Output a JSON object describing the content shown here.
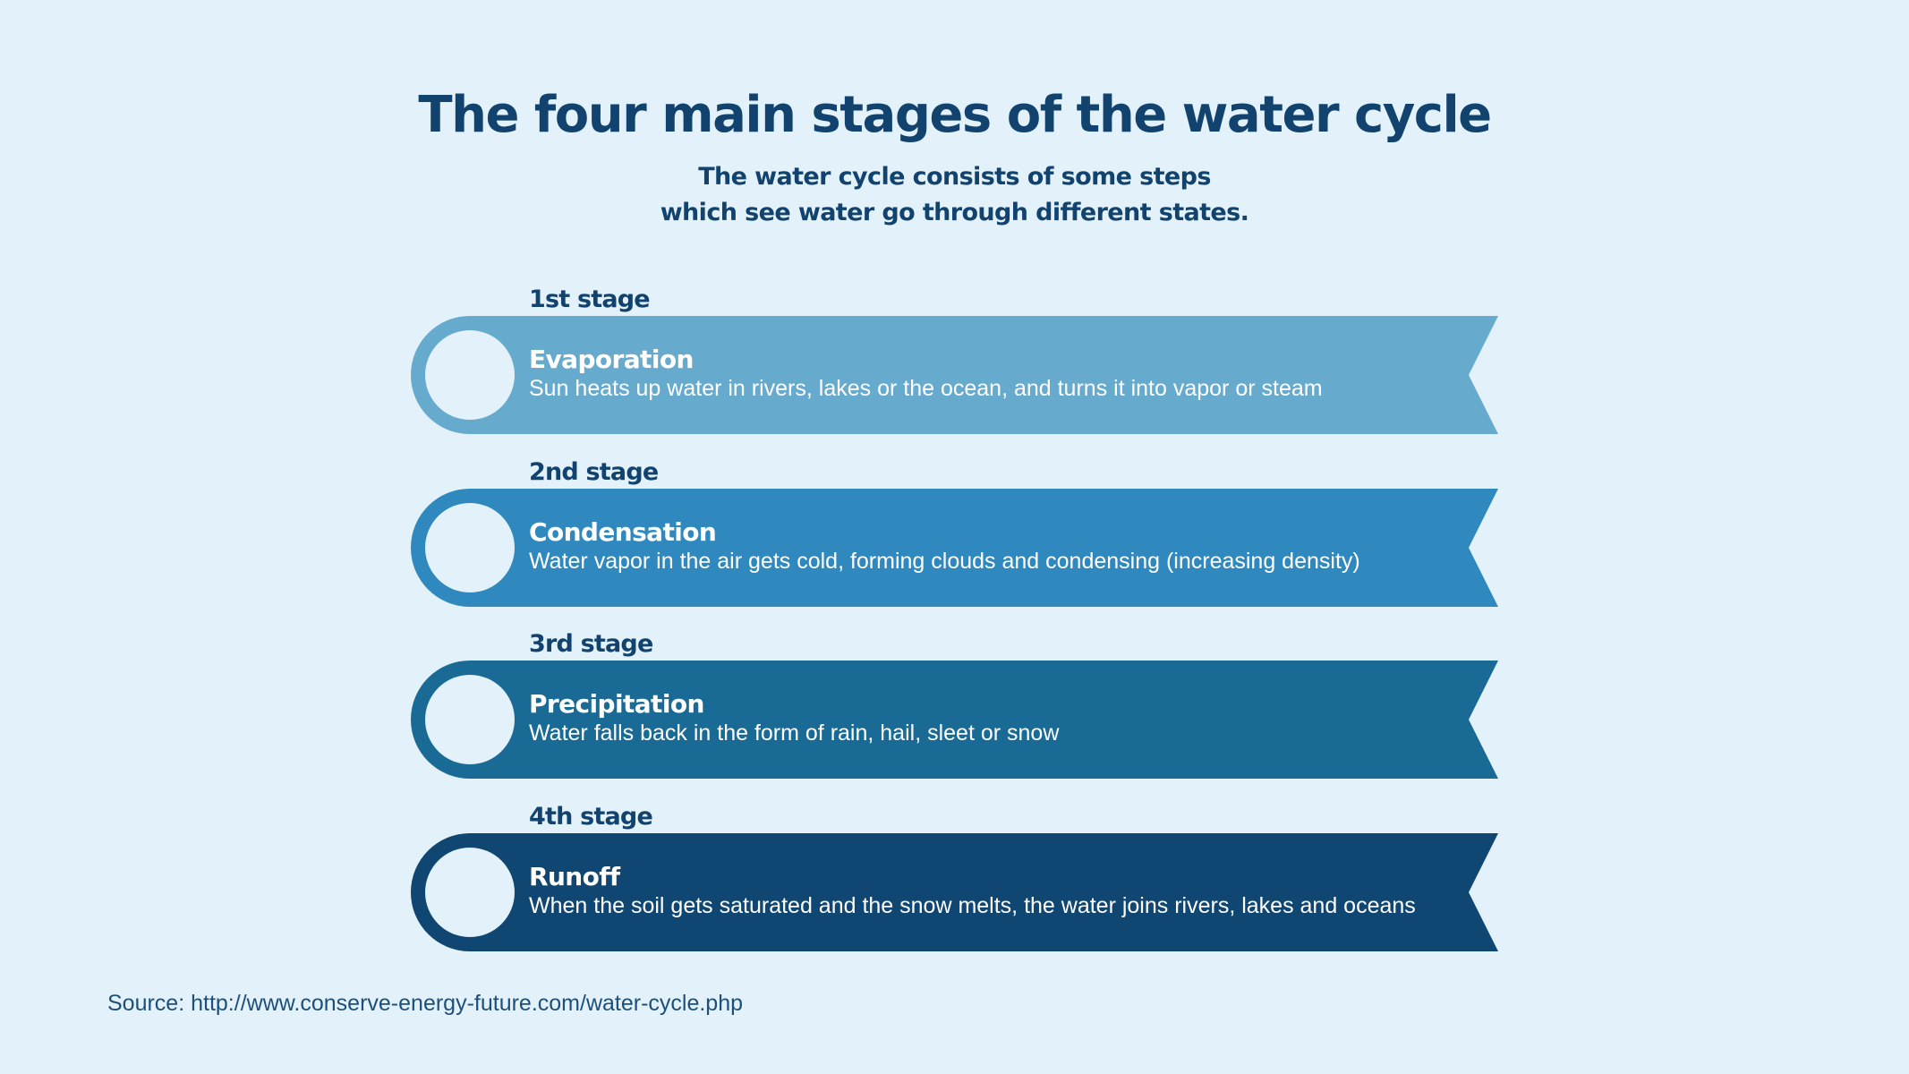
{
  "header": {
    "title": "The four main stages of the water cycle",
    "subtitle_line1": "The water cycle consists of some steps",
    "subtitle_line2": "which see water go through different states."
  },
  "colors": {
    "background": "#e3f2fa",
    "heading_text": "#12436f",
    "band_text": "#ffffff"
  },
  "stages": [
    {
      "label": "1st stage",
      "name": "Evaporation",
      "description": "Sun heats up water in rivers, lakes or the ocean, and turns it into vapor or steam",
      "color": "#66aace",
      "icon": "circle-icon"
    },
    {
      "label": "2nd stage",
      "name": "Condensation",
      "description": "Water vapor in the air gets cold, forming clouds and condensing (increasing density)",
      "color": "#2f89be",
      "icon": "circle-icon"
    },
    {
      "label": "3rd stage",
      "name": "Precipitation",
      "description": "Water falls back in the form of rain, hail, sleet or snow",
      "color": "#1a6a96",
      "icon": "circle-icon"
    },
    {
      "label": "4th stage",
      "name": "Runoff",
      "description": "When the soil gets saturated and the snow melts, the water joins rivers, lakes and oceans",
      "color": "#104672",
      "icon": "circle-icon"
    }
  ],
  "footer": {
    "source": "Source: http://www.conserve-energy-future.com/water-cycle.php"
  }
}
